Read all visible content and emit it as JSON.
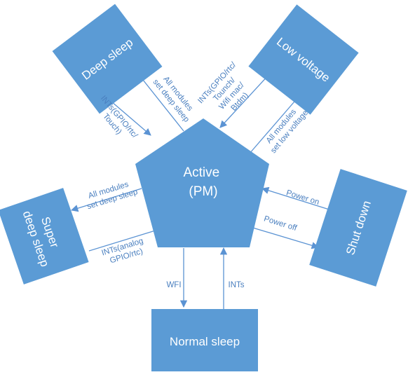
{
  "colors": {
    "node_fill": "#5b9bd5",
    "node_text": "#ffffff",
    "edge": "#5b93d3",
    "edge_text": "#4a7fbf"
  },
  "nodes": {
    "active": [
      "Active",
      "(PM)"
    ],
    "deep_sleep": "Deep sleep",
    "low_voltage": "Low voltage",
    "super_deep_sleep": [
      "Super",
      "deep sleep"
    ],
    "shut_down": "Shut down",
    "normal_sleep": "Normal sleep"
  },
  "edges": {
    "deep_sleep_wake": [
      "INTs(GPIO/rtc/",
      "Touch)"
    ],
    "deep_sleep_enter": [
      "All modules",
      "set deep sleep"
    ],
    "low_voltage_wake": [
      "INTs(GPIO/rtc/",
      "Tounch/",
      "Wifi mac/",
      "Btdm)"
    ],
    "low_voltage_enter": [
      "All modules",
      "set low voltage"
    ],
    "super_deep_sleep_enter": [
      "All modules",
      "set deep sleep"
    ],
    "super_deep_sleep_wake": [
      "INTs(analog",
      "GPIO/rtc)"
    ],
    "power_on": "Power on",
    "power_off": "Power off",
    "wfi": "WFI",
    "ints": "INTs"
  }
}
